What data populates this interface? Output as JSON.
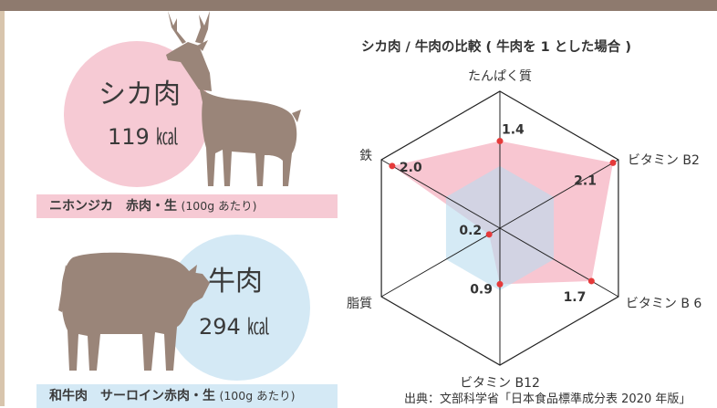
{
  "deer": {
    "name": "シカ肉",
    "kcal": "119 ㎉",
    "caption_bold": "ニホンジカ　赤肉・生",
    "caption_unit": "(100g あたり)"
  },
  "beef": {
    "name": "牛肉",
    "kcal": "294 ㎉",
    "caption_bold": "和牛肉　サーロイン赤肉・生",
    "caption_unit": "(100g あたり)"
  },
  "colors": {
    "top_bar": "#8e7a6e",
    "side_border": "#d8c5ad",
    "deer_pink": "#f6cad4",
    "beef_blue": "#d4e9f5",
    "animal_brown": "#9a8579",
    "point_red": "#e53a3a",
    "deer_area": "#f4a8b8",
    "beef_area": "#b9dcef"
  },
  "source": "出典：文部科学省「日本食品標準成分表 2020 年版」",
  "chart_data": {
    "type": "radar",
    "title": "シカ肉 / 牛肉の比較 ( 牛肉を 1 とした場合 )",
    "axes": [
      "たんぱく質",
      "ビタミン B2",
      "ビタミン B 6",
      "ビタミン B12",
      "脂質",
      "鉄"
    ],
    "max": 2.2,
    "series": [
      {
        "name": "",
        "role": "deer",
        "values": [
          1.4,
          2.1,
          1.7,
          0.9,
          0.2,
          2.0
        ],
        "labels": [
          "1.4",
          "2.1",
          "1.7",
          "0.9",
          "0.2",
          "2.0"
        ]
      },
      {
        "name": "",
        "role": "beef",
        "values": [
          1,
          1,
          1,
          1,
          1,
          1
        ]
      }
    ]
  }
}
